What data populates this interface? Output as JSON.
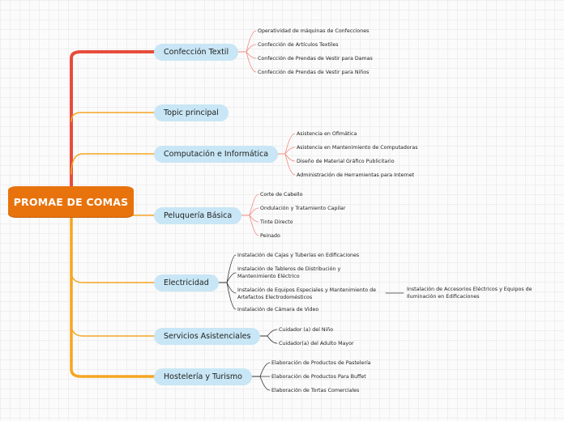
{
  "root": {
    "label": "PROMAE DE COMAS",
    "color": "#e8730d"
  },
  "colors": {
    "red_branch": "#e74c3c",
    "orange_branch": "#f5a623",
    "topic_fill": "#c8e6f5",
    "sub_line_red": "#f08a7e",
    "sub_line_dark": "#333333"
  },
  "topics": [
    {
      "label": "Confección Textil",
      "children": [
        "Operatividad de máquinas de Confecciones",
        "Confección de Artículos Textiles",
        "Confección de Prendas de Vestir para Damas",
        "Confección de Prendas de Vestir para Niños"
      ]
    },
    {
      "label": "Topic principal",
      "children": []
    },
    {
      "label": "Computación e Informática",
      "children": [
        "Asistencia en Ofimática",
        "Asistencia en Mantenimiento de Computadoras",
        "Diseño de Material Gráfico Publicitario",
        "Administración de Herramientas para Internet"
      ]
    },
    {
      "label": "Peluquería Básica",
      "children": [
        "Corte de Cabello",
        "Ondulación y Tratamiento Capilar",
        "Tinte Directo",
        "Peinado"
      ]
    },
    {
      "label": "Electricidad",
      "children": [
        "Instalación de Cajas y Tuberías en Edificaciones",
        "Instalación de Tableros de Distribución y Mantenimiento Eléctrico",
        "Instalación de Equipos Especiales y Mantenimiento de Artefactos Electrodomésticos",
        "Instalación de Cámara de Video"
      ],
      "grandchild": "Instalación de Accesorios Eléctricos y Equipos de Iluminación en Edificaciones"
    },
    {
      "label": "Servicios Asistenciales",
      "children": [
        "Cuidador (a) del Niño",
        "Cuidador(a) del Adulto Mayor"
      ]
    },
    {
      "label": "Hostelería y Turismo",
      "children": [
        "Elaboración de Productos de Pastelería",
        "Elaboración de Productos Para Buffet",
        "Elaboración de Tortas Comerciales"
      ]
    }
  ]
}
